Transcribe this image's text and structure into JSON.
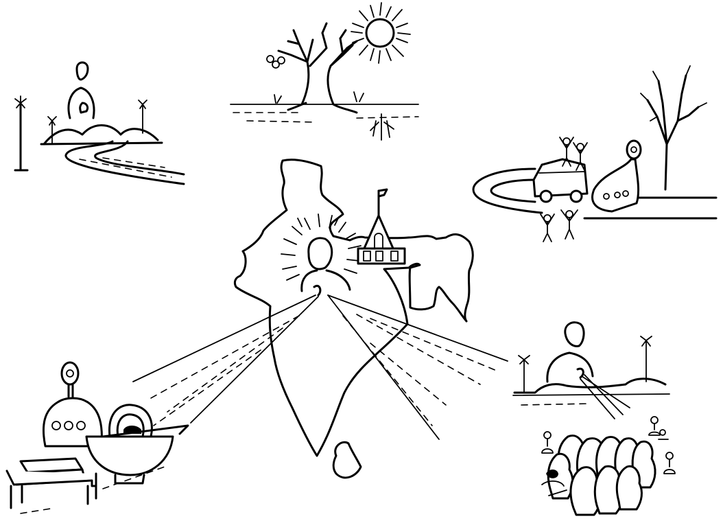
{
  "illustration": {
    "style": "black line drawing on white background",
    "ink_color": "#000000",
    "background_color": "#ffffff",
    "panels": [
      {
        "id": "river",
        "icon": "meditator-river-icon"
      },
      {
        "id": "drought",
        "icon": "dead-tree-sun-icon"
      },
      {
        "id": "travel",
        "icon": "bus-dancers-icon"
      },
      {
        "id": "center",
        "icon": "india-map-radiance-icon"
      },
      {
        "id": "offerings",
        "icon": "lamp-pot-offerings-icon"
      },
      {
        "id": "gathering",
        "icon": "seated-crowd-icon"
      }
    ]
  }
}
